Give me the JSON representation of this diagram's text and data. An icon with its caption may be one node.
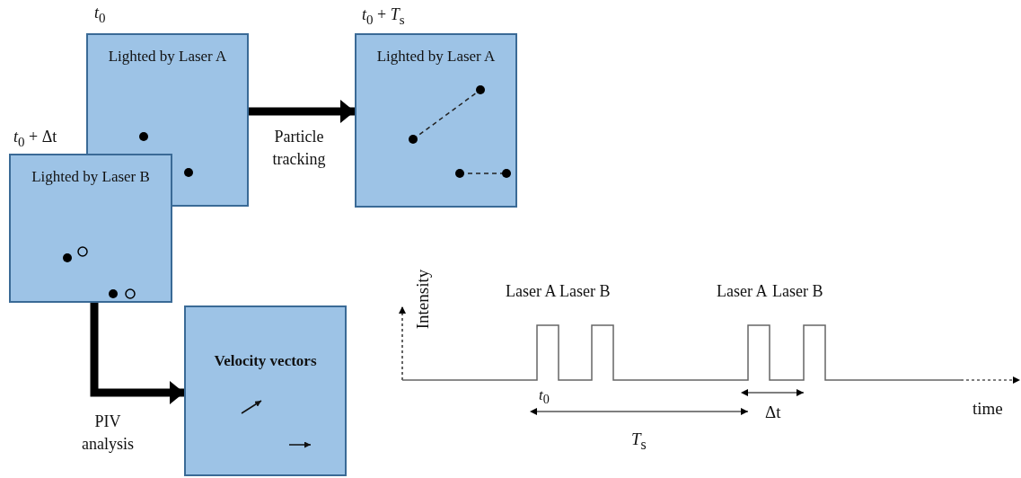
{
  "diagram": {
    "nodes": [
      {
        "text": [
          "Lighted by Laser A"
        ],
        "beside": [
          "*t*$_{0}$"
        ]
      },
      {
        "text": [
          "Lighted by Laser B"
        ],
        "beside": [
          "*t*$_{0}$ + Δt"
        ]
      },
      {
        "text": [
          "Lighted by Laser A"
        ],
        "beside": [
          "*t*$_{0}$ + *T*$_{s}$"
        ]
      },
      {
        "text": [
          "Velocity vectors"
        ]
      }
    ],
    "edges": [
      {
        "from": 0,
        "to": 2,
        "arrow": "to",
        "label": "Particle tracking"
      },
      {
        "from": 1,
        "to": 3,
        "arrow": "to",
        "label": "PIV analysis"
      }
    ],
    "labels": [
      "Intensity",
      "Laser A",
      "Laser B",
      "Laser A",
      "Laser B",
      "*t*$_{0}$",
      "Δt",
      "time",
      "*T*$_{s}$"
    ]
  }
}
